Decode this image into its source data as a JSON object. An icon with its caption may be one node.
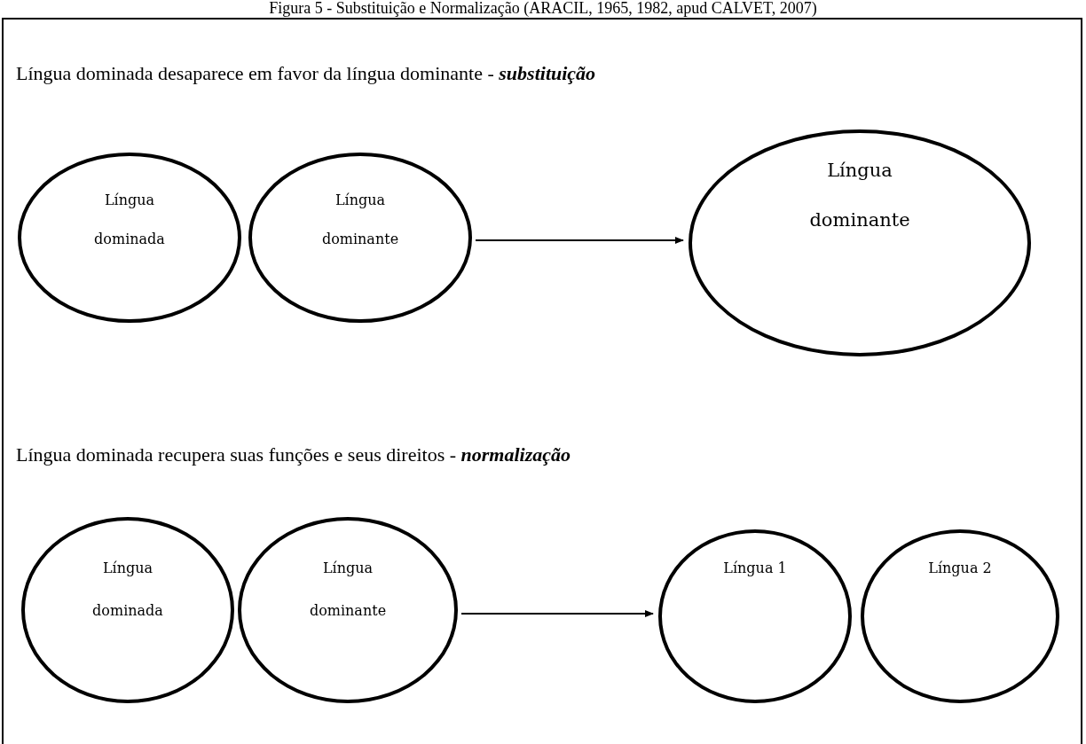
{
  "diagram": {
    "title": "Figura 5 - Substituição e Normalização (ARACIL, 1965, 1982, apud CALVET, 2007)",
    "nodes": [
      {
        "text": [
          "Língua dominada"
        ]
      },
      {
        "text": [
          "Língua dominante"
        ]
      },
      {
        "text": [
          "Língua dominante"
        ]
      },
      {
        "text": [
          "Língua dominada"
        ]
      },
      {
        "text": [
          "Língua dominante"
        ]
      },
      {
        "text": [
          "Língua 1"
        ]
      },
      {
        "text": [
          "Língua 2"
        ]
      }
    ],
    "edges": [
      {
        "from": 1,
        "to": 2,
        "arrow": "to"
      },
      {
        "from": 4,
        "to": 5,
        "arrow": "to"
      }
    ],
    "labels": [
      "Língua dominada desaparece em favor da língua dominante - **substituição**",
      "Língua dominada recupera suas funções e seus direitos - **normalização**"
    ]
  }
}
